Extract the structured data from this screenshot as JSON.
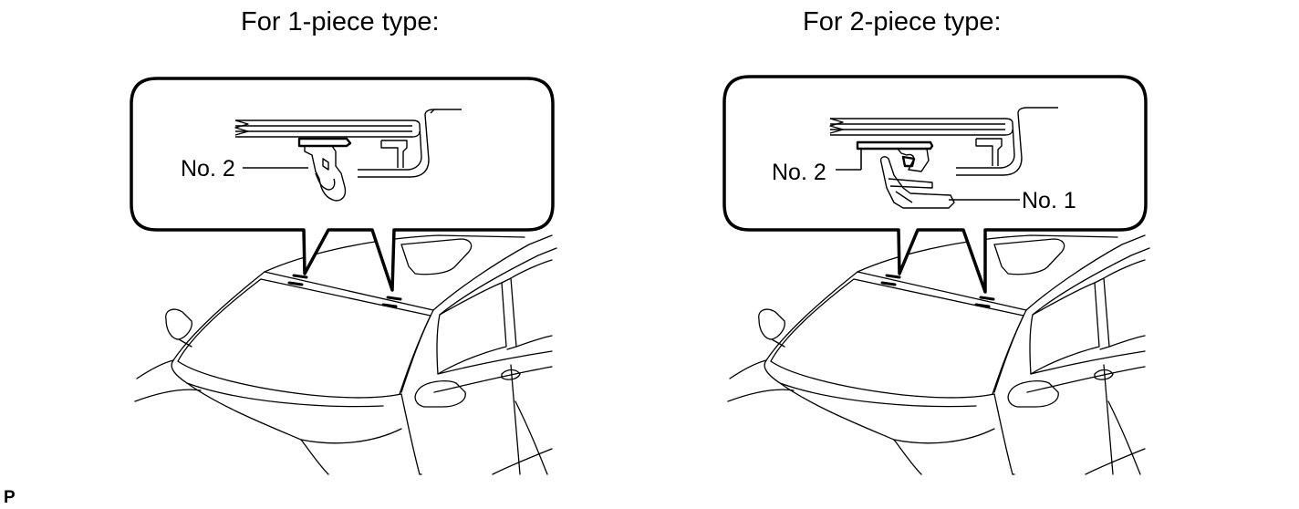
{
  "panels": [
    {
      "title": "For 1-piece type:",
      "labels": [
        "No. 2"
      ]
    },
    {
      "title": "For 2-piece type:",
      "labels": [
        "No. 2",
        "No. 1"
      ]
    }
  ],
  "corner_mark": "P"
}
